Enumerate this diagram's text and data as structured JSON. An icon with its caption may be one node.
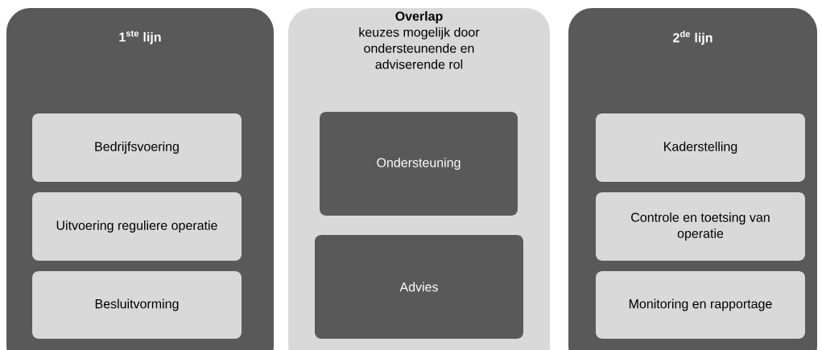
{
  "diagram": {
    "nodes": [
      {
        "text": [
          "1$^{ste}$ lijn"
        ]
      },
      {
        "text": [
          "Bedrijfsvoering"
        ],
        "in": 0
      },
      {
        "text": [
          "Uitvoering reguliere operatie"
        ],
        "in": 0
      },
      {
        "text": [
          "Besluitvorming"
        ],
        "in": 0
      },
      {
        "text": [
          "Overlap",
          "keuzes mogelijk door ondersteunende en adviserende rol"
        ]
      },
      {
        "text": [
          "Ondersteuning"
        ],
        "in": 4
      },
      {
        "text": [
          "Advies"
        ],
        "in": 4
      },
      {
        "text": [
          "2$^{de}$ lijn"
        ]
      },
      {
        "text": [
          "Kaderstelling"
        ],
        "in": 7
      },
      {
        "text": [
          "Controle en toetsing van operatie"
        ],
        "in": 7
      },
      {
        "text": [
          "Monitoring en rapportage"
        ],
        "in": 7
      }
    ]
  }
}
